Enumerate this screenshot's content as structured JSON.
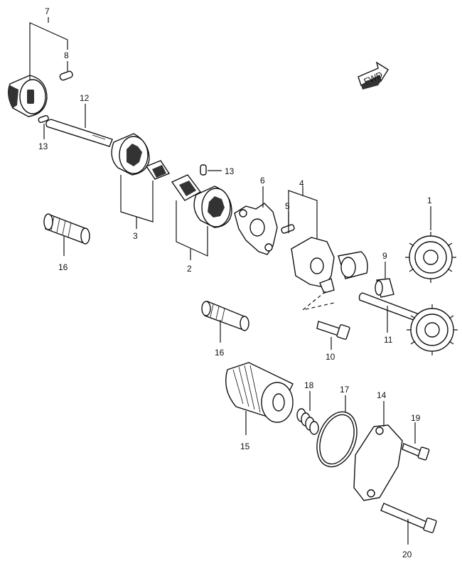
{
  "fwd_badge": "FWD",
  "callouts": {
    "c1": "1",
    "c2": "2",
    "c3": "3",
    "c4": "4",
    "c5": "5",
    "c6": "6",
    "c7": "7",
    "c8": "8",
    "c9": "9",
    "c10": "10",
    "c11": "11",
    "c12": "12",
    "c13a": "13",
    "c13b": "13",
    "c14": "14",
    "c15": "15",
    "c16a": "16",
    "c16b": "16",
    "c17": "17",
    "c18": "18",
    "c19": "19",
    "c20": "20"
  }
}
